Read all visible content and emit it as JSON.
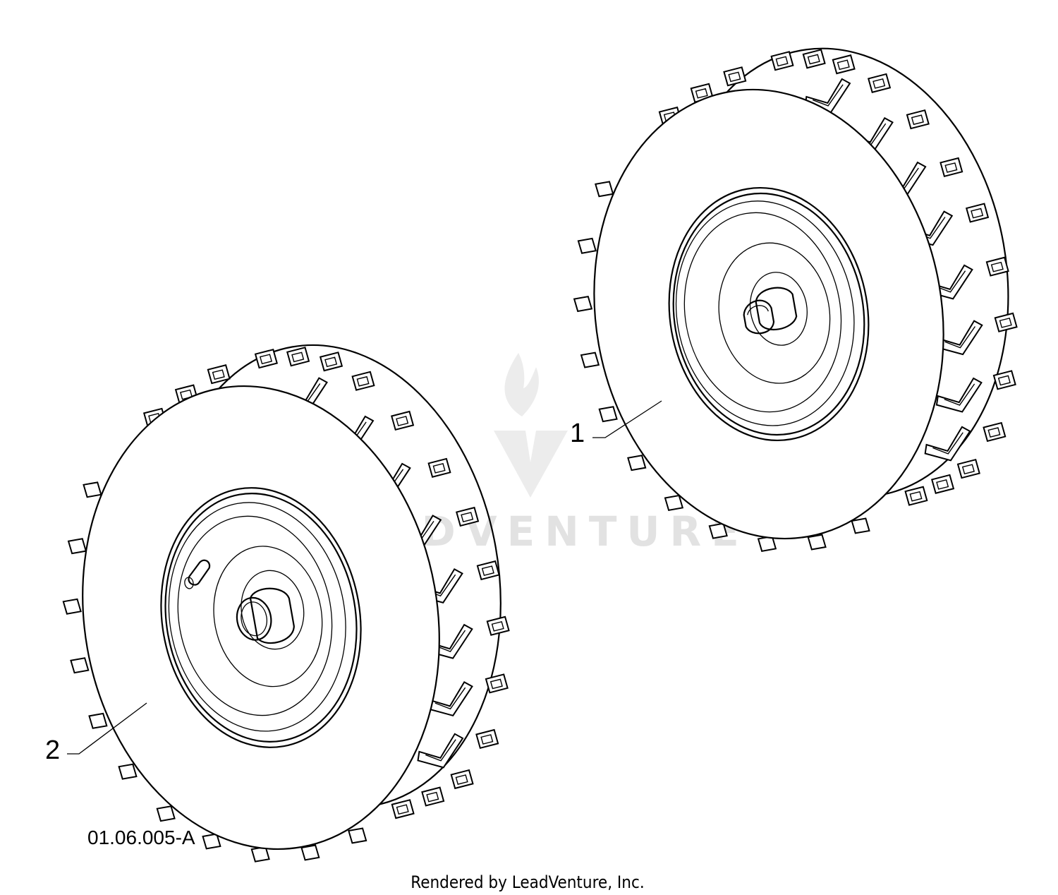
{
  "diagram": {
    "callouts": [
      {
        "id": "1",
        "label": "1"
      },
      {
        "id": "2",
        "label": "2"
      }
    ],
    "drawing_id": "01.06.005-A",
    "credit": "Rendered by LeadVenture, Inc.",
    "watermark": {
      "text": "LEADVENTURE",
      "color": "#e2e2e2"
    },
    "parts": [
      {
        "callout": "1",
        "icon": "wheel-with-keyed-hub-icon"
      },
      {
        "callout": "2",
        "icon": "wheel-with-valve-stem-icon"
      }
    ]
  }
}
